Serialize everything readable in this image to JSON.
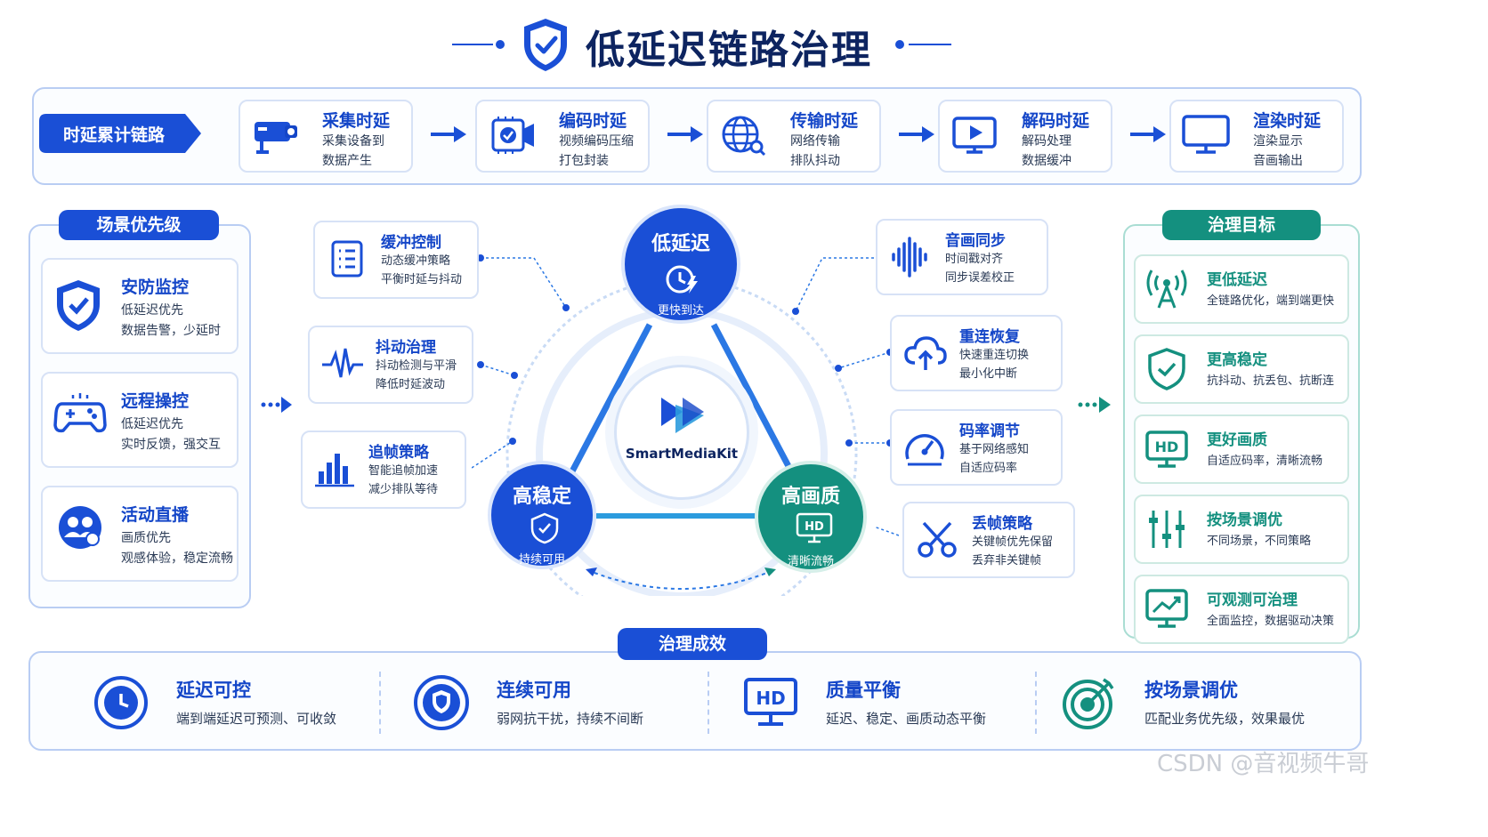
{
  "title": "低延迟链路治理",
  "chain": {
    "label": "时延累计链路",
    "steps": [
      {
        "title": "采集时延",
        "line1": "采集设备到",
        "line2": "数据产生",
        "icon": "camera-icon"
      },
      {
        "title": "编码时延",
        "line1": "视频编码压缩",
        "line2": "打包封装",
        "icon": "encoder-chip-icon"
      },
      {
        "title": "传输时延",
        "line1": "网络传输",
        "line2": "排队抖动",
        "icon": "globe-icon"
      },
      {
        "title": "解码时延",
        "line1": "解码处理",
        "line2": "数据缓冲",
        "icon": "play-monitor-icon"
      },
      {
        "title": "渲染时延",
        "line1": "渲染显示",
        "line2": "音画输出",
        "icon": "monitor-icon"
      }
    ]
  },
  "scenes": {
    "label": "场景优先级",
    "items": [
      {
        "title": "安防监控",
        "line1": "低延迟优先",
        "line2": "数据告警，少延时",
        "icon": "shield-icon"
      },
      {
        "title": "远程操控",
        "line1": "低延迟优先",
        "line2": "实时反馈，强交互",
        "icon": "gamepad-icon"
      },
      {
        "title": "活动直播",
        "line1": "画质优先",
        "line2": "观感体验，稳定流畅",
        "icon": "audience-icon"
      }
    ]
  },
  "strategies_left": [
    {
      "title": "缓冲控制",
      "line1": "动态缓冲策略",
      "line2": "平衡时延与抖动",
      "icon": "buffer-list-icon"
    },
    {
      "title": "抖动治理",
      "line1": "抖动检测与平滑",
      "line2": "降低时延波动",
      "icon": "waveform-icon"
    },
    {
      "title": "追帧策略",
      "line1": "智能追帧加速",
      "line2": "减少排队等待",
      "icon": "bar-chart-icon"
    }
  ],
  "strategies_right": [
    {
      "title": "音画同步",
      "line1": "时间戳对齐",
      "line2": "同步误差校正",
      "icon": "audio-wave-icon"
    },
    {
      "title": "重连恢复",
      "line1": "快速重连切换",
      "line2": "最小化中断",
      "icon": "cloud-upload-icon"
    },
    {
      "title": "码率调节",
      "line1": "基于网络感知",
      "line2": "自适应码率",
      "icon": "gauge-icon"
    },
    {
      "title": "丢帧策略",
      "line1": "关键帧优先保留",
      "line2": "丢弃非关键帧",
      "icon": "scissors-icon"
    }
  ],
  "core": {
    "center": "SmartMediaKit",
    "top": {
      "title": "低延迟",
      "sub": "更快到达"
    },
    "left": {
      "title": "高稳定",
      "sub": "持续可用"
    },
    "right": {
      "title": "高画质",
      "sub": "清晰流畅"
    }
  },
  "goals": {
    "label": "治理目标",
    "items": [
      {
        "title": "更低延迟",
        "sub": "全链路优化，端到端更快",
        "icon": "antenna-icon"
      },
      {
        "title": "更高稳定",
        "sub": "抗抖动、抗丢包、抗断连",
        "icon": "shield-check-icon"
      },
      {
        "title": "更好画质",
        "sub": "自适应码率，清晰流畅",
        "icon": "hd-icon"
      },
      {
        "title": "按场景调优",
        "sub": "不同场景，不同策略",
        "icon": "sliders-icon"
      },
      {
        "title": "可观测可治理",
        "sub": "全面监控，数据驱动决策",
        "icon": "chart-monitor-icon"
      }
    ]
  },
  "results": {
    "label": "治理成效",
    "items": [
      {
        "title": "延迟可控",
        "sub": "端到端延迟可预测、可收敛",
        "icon": "clock-icon"
      },
      {
        "title": "连续可用",
        "sub": "弱网抗干扰，持续不间断",
        "icon": "shield-icon"
      },
      {
        "title": "质量平衡",
        "sub": "延迟、稳定、画质动态平衡",
        "icon": "hd-monitor-icon"
      },
      {
        "title": "按场景调优",
        "sub": "匹配业务优先级，效果最优",
        "icon": "target-icon"
      }
    ]
  },
  "watermark": "CSDN @音视频牛哥",
  "colors": {
    "primary": "#1a4fd6",
    "teal": "#14907f",
    "border": "#b9cdf3"
  }
}
